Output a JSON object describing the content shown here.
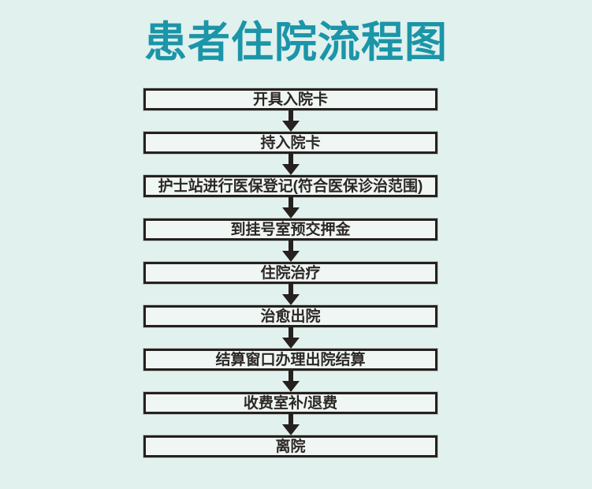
{
  "page": {
    "title": "患者住院流程图",
    "background_color": "#e1f1ee",
    "title_color": "#1b95a8"
  },
  "flowchart": {
    "type": "flowchart",
    "direction": "top-down",
    "box_fill_color": "#eff6f4",
    "line_color": "#26211e",
    "text_color": "#2b2724",
    "steps": [
      {
        "label": "开具入院卡"
      },
      {
        "label": "持入院卡"
      },
      {
        "label": "护士站进行医保登记(符合医保诊治范围)"
      },
      {
        "label": "到挂号室预交押金"
      },
      {
        "label": "住院治疗"
      },
      {
        "label": "治愈出院"
      },
      {
        "label": "结算窗口办理出院结算"
      },
      {
        "label": "收费室补/退费"
      },
      {
        "label": "离院"
      }
    ]
  }
}
